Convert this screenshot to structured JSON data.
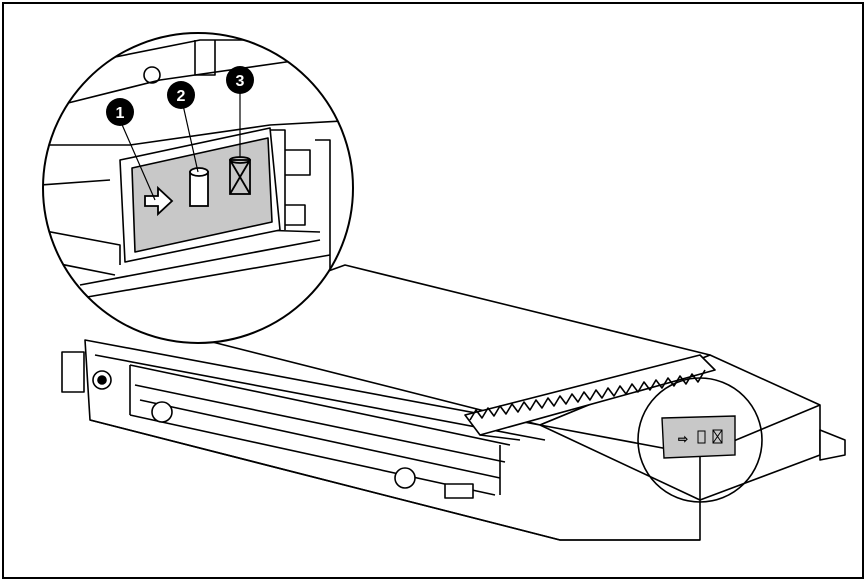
{
  "callouts": [
    {
      "number": "1",
      "meaning": "activity-arrow-icon"
    },
    {
      "number": "2",
      "meaning": "online-drive-icon"
    },
    {
      "number": "3",
      "meaning": "fault-drive-icon"
    }
  ],
  "colors": {
    "line": "#000000",
    "panel": "#c8c8c8",
    "background": "#ffffff",
    "callout_fill": "#000000",
    "callout_text": "#ffffff"
  }
}
